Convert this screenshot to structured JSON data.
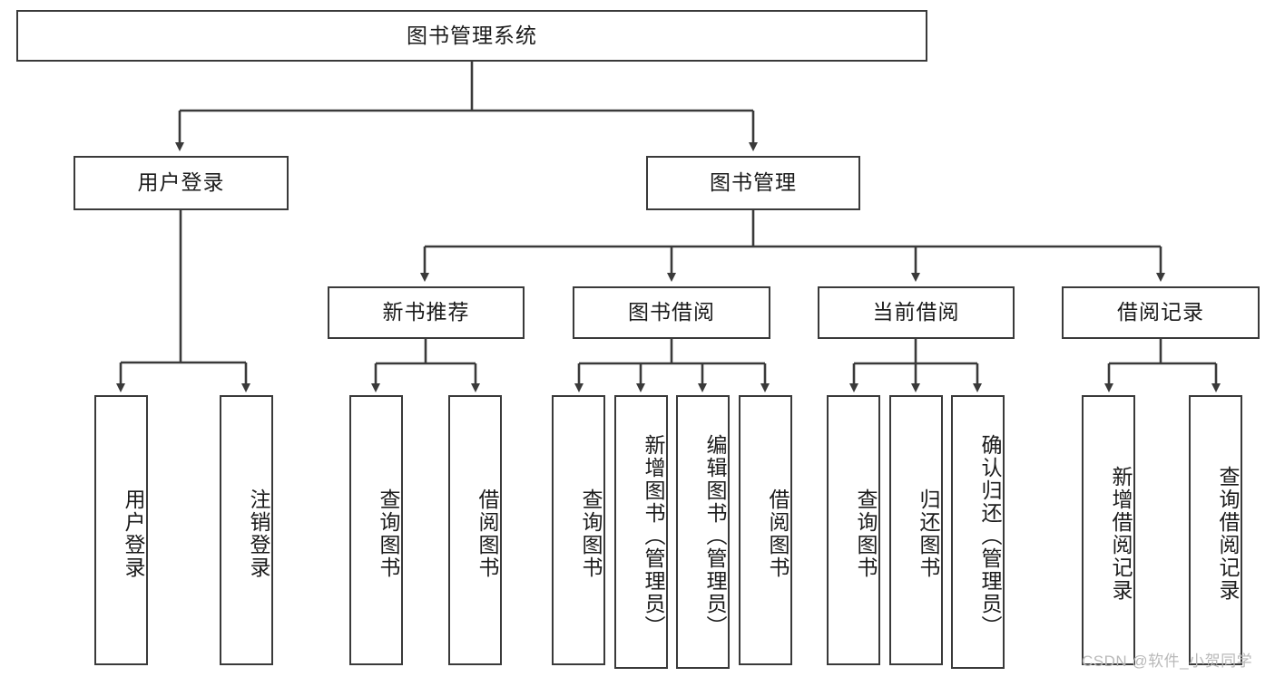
{
  "diagram": {
    "title": "图书管理系统",
    "type": "tree-hierarchy-diagram",
    "orientation": "top-down",
    "watermark": "CSDN @软件_小贺同学",
    "colors": {
      "box_border": "#3a3a3a",
      "box_fill": "#ffffff",
      "connector": "#3a3a3a",
      "text": "#1b1b1b",
      "watermark": "#b9b9b9",
      "background": "#ffffff"
    },
    "levels": {
      "level1": [
        "图书管理系统"
      ],
      "level2": [
        "用户登录",
        "图书管理"
      ],
      "level3": [
        "新书推荐",
        "图书借阅",
        "当前借阅",
        "借阅记录"
      ],
      "level4_vertical_text": true
    }
  },
  "nodes": {
    "root": {
      "label": "图书管理系统"
    },
    "user_login": {
      "label": "用户登录"
    },
    "book_manage": {
      "label": "图书管理"
    },
    "new_book_rec": {
      "label": "新书推荐"
    },
    "book_borrow": {
      "label": "图书借阅"
    },
    "current_borrow": {
      "label": "当前借阅"
    },
    "borrow_record": {
      "label": "借阅记录"
    },
    "leaves": {
      "user_login": [
        {
          "label": "用户登录"
        },
        {
          "label": "注销登录"
        }
      ],
      "new_book_rec": [
        {
          "label": "查询图书"
        },
        {
          "label": "借阅图书"
        }
      ],
      "book_borrow": [
        {
          "label": "查询图书"
        },
        {
          "label": "新增图书（管理员）"
        },
        {
          "label": "编辑图书（管理员）"
        },
        {
          "label": "借阅图书"
        }
      ],
      "current_borrow": [
        {
          "label": "查询图书"
        },
        {
          "label": "归还图书"
        },
        {
          "label": "确认归还（管理员）"
        }
      ],
      "borrow_record": [
        {
          "label": "新增借阅记录"
        },
        {
          "label": "查询借阅记录"
        }
      ]
    }
  }
}
